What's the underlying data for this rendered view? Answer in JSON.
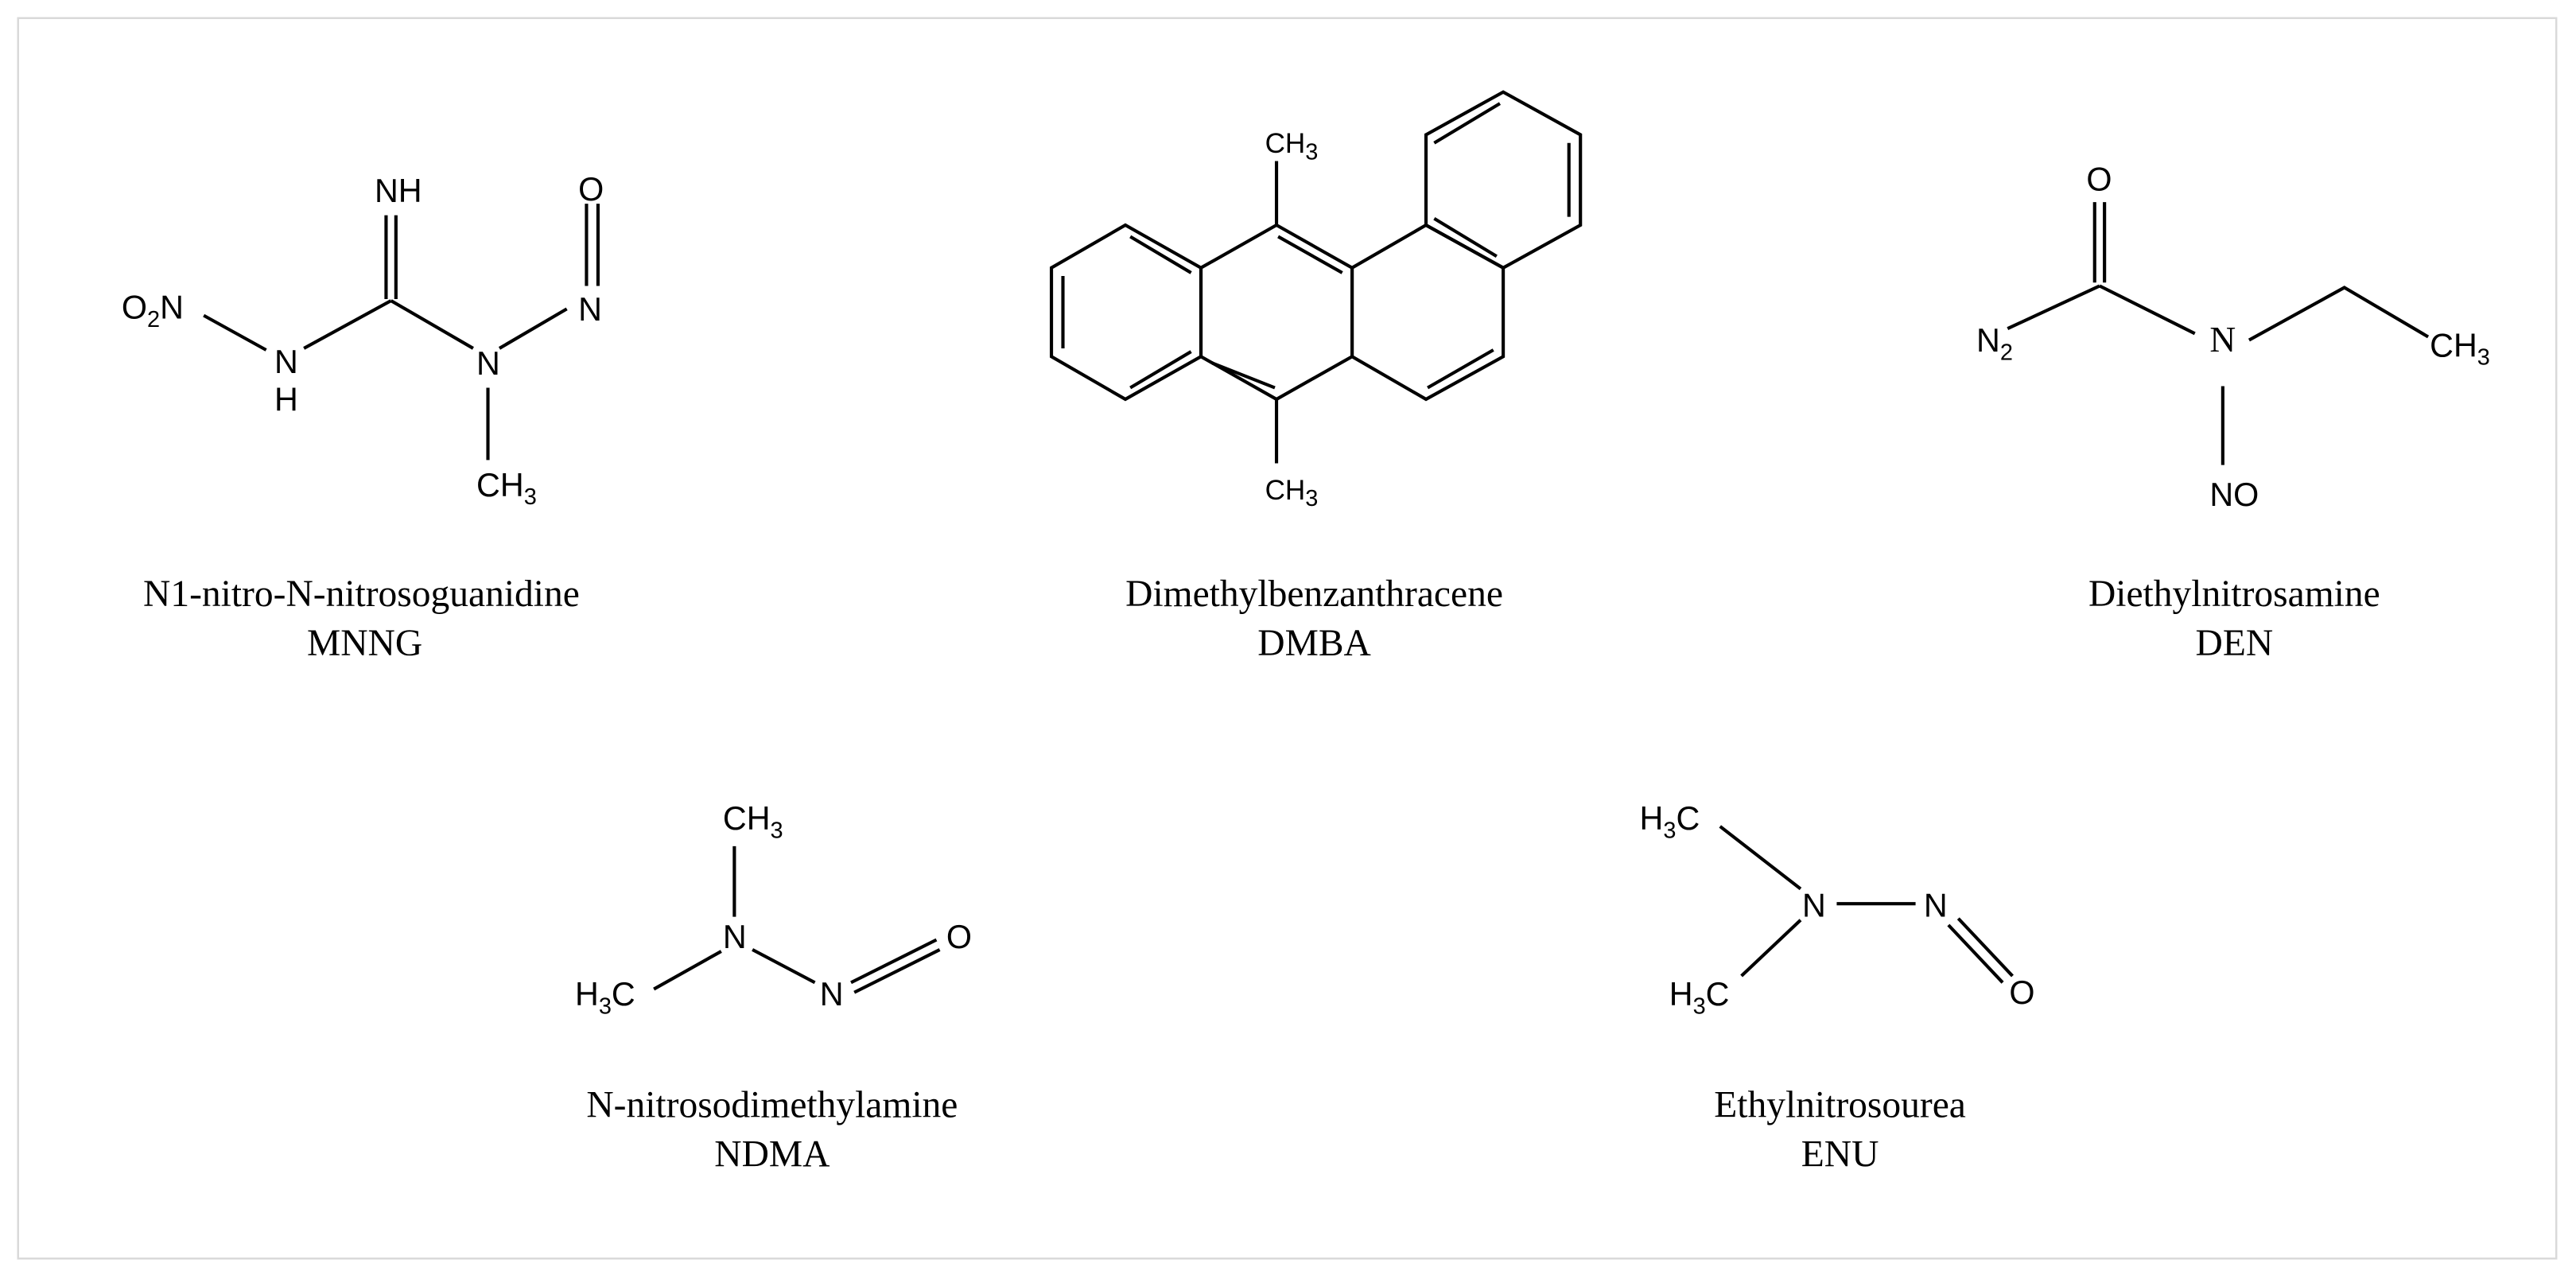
{
  "colors": {
    "ink": "#000000",
    "frame": "#d9d9d9",
    "background": "#ffffff"
  },
  "compounds": [
    {
      "name": "N1-nitro-N-nitrosoguanidine",
      "abbr": "MNNG",
      "atoms": {
        "o2n": {
          "a": "O",
          "s": "2",
          "b": "N"
        },
        "nh_top": "NH",
        "n1": "N",
        "h1": "H",
        "n2": "N",
        "n3": "N",
        "o": "O",
        "ch3": {
          "a": "CH",
          "s": "3"
        }
      }
    },
    {
      "name": "Dimethylbenzanthracene",
      "abbr": "DMBA",
      "atoms": {
        "ch3_top": {
          "a": "CH",
          "s": "3"
        },
        "ch3_bottom": {
          "a": "CH",
          "s": "3"
        }
      }
    },
    {
      "name": "Diethylnitrosamine",
      "abbr": "DEN",
      "atoms": {
        "o": "O",
        "n2": {
          "a": "N",
          "s": "2"
        },
        "n": "N",
        "ch3": {
          "a": "CH",
          "s": "3"
        },
        "no": "NO"
      }
    },
    {
      "name": "N-nitrosodimethylamine",
      "abbr": "NDMA",
      "atoms": {
        "ch3": {
          "a": "CH",
          "s": "3"
        },
        "n1": "N",
        "h3c": {
          "a": "H",
          "s": "3",
          "b": "C"
        },
        "n2": "N",
        "o": "O"
      }
    },
    {
      "name": "Ethylnitrosourea",
      "abbr": "ENU",
      "atoms": {
        "h3c_top": {
          "a": "H",
          "s": "3",
          "b": "C"
        },
        "n1": "N",
        "h3c_bottom": {
          "a": "H",
          "s": "3",
          "b": "C"
        },
        "n2": "N",
        "o": "O"
      }
    }
  ]
}
